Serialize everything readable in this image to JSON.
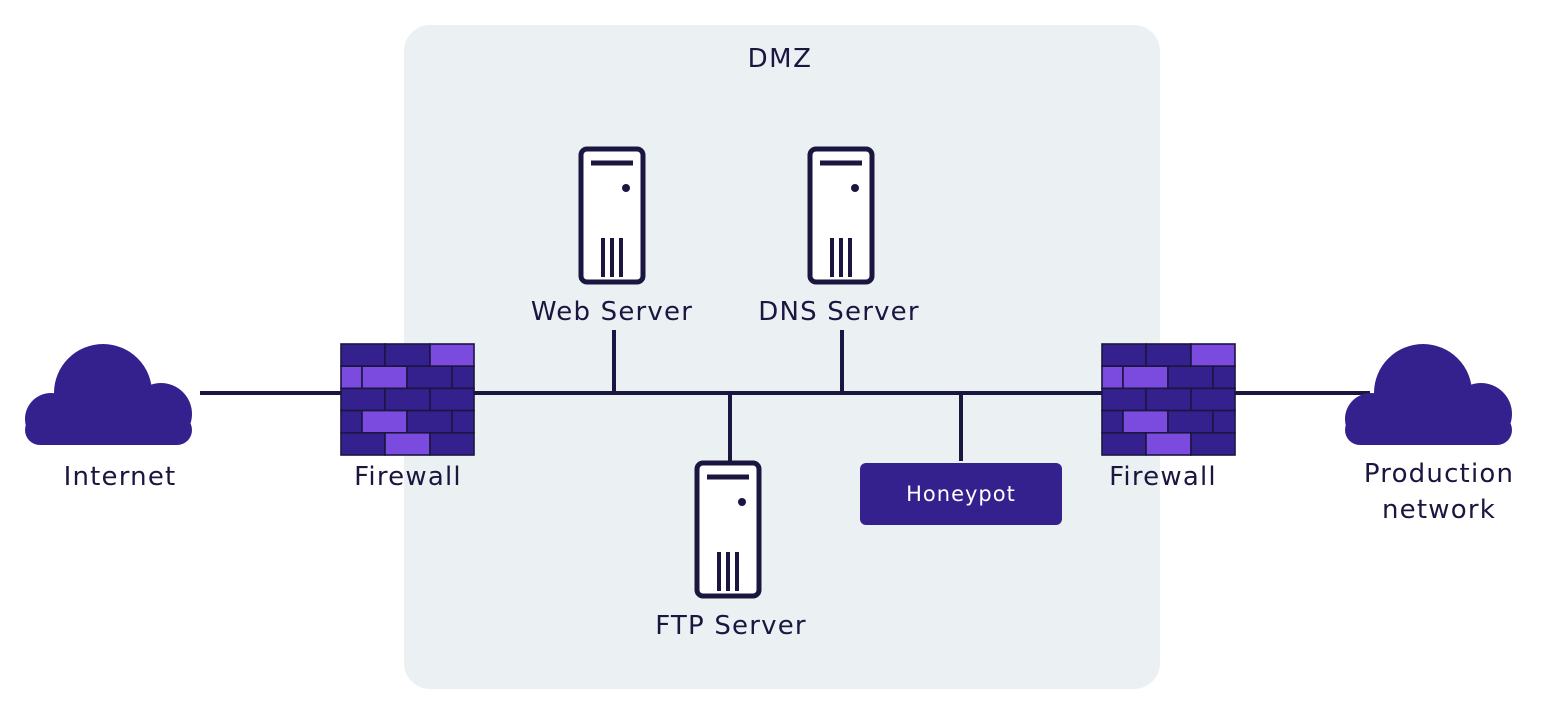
{
  "colors": {
    "zone_fill": "#ebf0f3",
    "brand": "#35218e",
    "brick_dark": "#35218e",
    "brick_light": "#7b4be0",
    "line": "#1b1640",
    "text": "#1b1640"
  },
  "zone": {
    "title": "DMZ"
  },
  "nodes": {
    "internet": {
      "label": "Internet",
      "icon": "cloud-icon"
    },
    "firewall_left": {
      "label": "Firewall",
      "icon": "firewall-icon"
    },
    "web_server": {
      "label": "Web Server",
      "icon": "server-icon"
    },
    "dns_server": {
      "label": "DNS Server",
      "icon": "server-icon"
    },
    "ftp_server": {
      "label": "FTP Server",
      "icon": "server-icon"
    },
    "honeypot": {
      "label": "Honeypot"
    },
    "firewall_right": {
      "label": "Firewall",
      "icon": "firewall-icon"
    },
    "production": {
      "label_line1": "Production",
      "label_line2": "network",
      "icon": "cloud-icon"
    }
  }
}
